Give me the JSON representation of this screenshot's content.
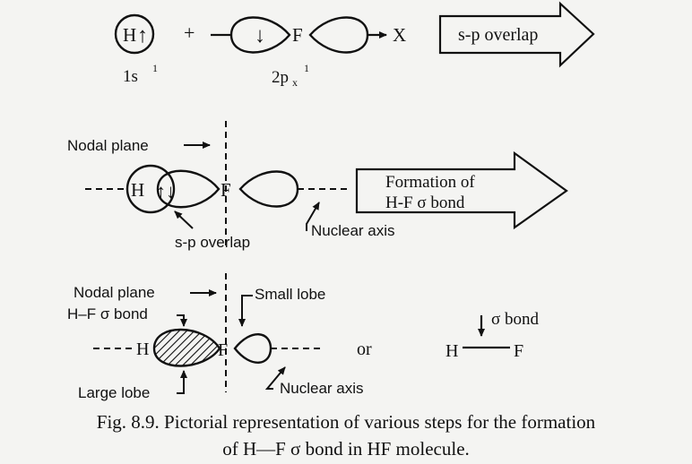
{
  "row1": {
    "h_label": "H",
    "h_spin": "↑",
    "s_orbital": "1s",
    "s_sup": "1",
    "plus": "+",
    "f_label": "F",
    "p_spin": "↓",
    "x_label": "X",
    "p_orbital": "2p",
    "p_sub": "x",
    "p_sup": "1",
    "arrow_label": "s-p overlap"
  },
  "row2": {
    "nodal_plane": "Nodal plane",
    "h_label": "H",
    "spins": "↑↓",
    "f_label": "F",
    "sp_overlap": "s-p overlap",
    "nuclear_axis": "Nuclear axis",
    "arrow_line1": "Formation of",
    "arrow_line2": "H-F σ bond"
  },
  "row3": {
    "nodal_plane": "Nodal plane",
    "hf_bond": "H–F σ bond",
    "small_lobe": "Small lobe",
    "h_label": "H",
    "f_label": "F",
    "large_lobe": "Large lobe",
    "nuclear_axis": "Nuclear axis",
    "or": "or",
    "sigma_bond": "σ bond",
    "h2": "H",
    "f2": "F"
  },
  "caption": {
    "line1": "Fig. 8.9. Pictorial representation of various steps for the formation",
    "line2": "of H—F σ bond in HF molecule."
  }
}
